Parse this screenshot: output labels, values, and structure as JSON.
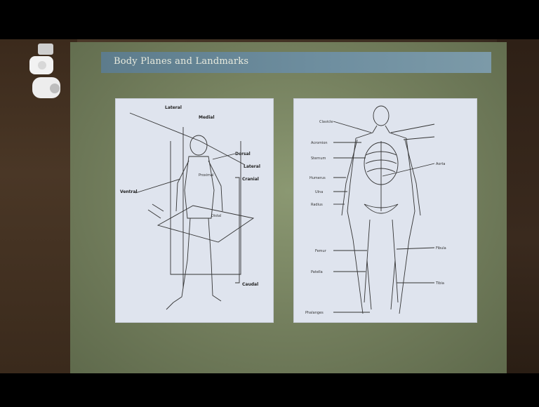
{
  "slide": {
    "title": "Body Planes and Landmarks",
    "left_caption": "",
    "right_caption": "",
    "left_footer": "",
    "right_footer": ""
  },
  "left_figure": {
    "labels": {
      "lateral_top": "Lateral",
      "medial": "Medial",
      "lateral": "Lateral",
      "dorsal": "Dorsal",
      "proximal": "Proximal",
      "cranial": "Cranial",
      "ventral": "Ventral",
      "distal": "Distal",
      "caudal": "Caudal"
    }
  },
  "right_figure": {
    "labels": {
      "clavicle": "Clavicle",
      "acromion": "Acromion",
      "sternum": "Sternum",
      "humerus": "Humerus",
      "ulna": "Ulna",
      "radius": "Radius",
      "aorta": "Aorta",
      "femur": "Femur",
      "patella": "Patella",
      "fibula": "Fibula",
      "tibia": "Tibia",
      "phalanges": "Phalanges"
    }
  },
  "colors": {
    "title_bar": "#6f8fa0",
    "screen": "#7c8866",
    "panel": "#dfe4ee",
    "caption": "#c9d65a"
  }
}
